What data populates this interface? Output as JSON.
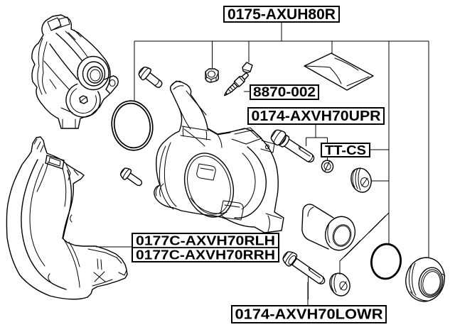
{
  "diagram": {
    "type": "exploded-parts-diagram",
    "subject": "rear brake caliper repair kit",
    "background_color": "#ffffff",
    "line_color": "#000000",
    "labels": {
      "kit": "0175-AXUH80R",
      "bleeder_screw": "8870-002",
      "slide_pin_upper": "0174-AXVH70UPR",
      "boot_kit": "TT-CS",
      "bracket_left": "0177C-AXVH70RLH",
      "bracket_right": "0177C-AXVH70RRH",
      "slide_pin_lower": "0174-AXVH70LOWR"
    }
  }
}
